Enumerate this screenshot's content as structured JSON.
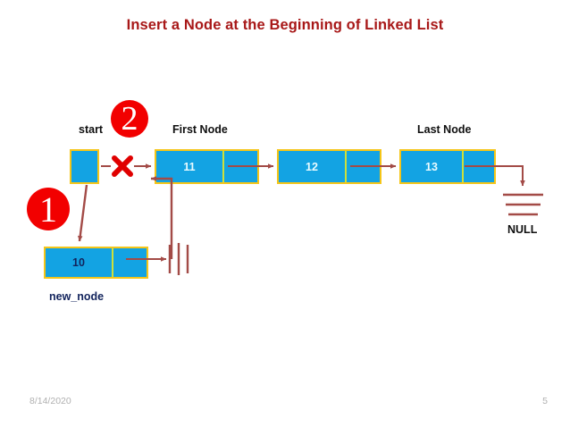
{
  "slide": {
    "title": "Insert a Node at the Beginning of Linked List",
    "title_color": "#a81818",
    "background": "#ffffff"
  },
  "colors": {
    "node_fill": "#13a3e3",
    "node_border": "#f5c518",
    "node_divider": "#cfe03a",
    "arrow": "#a34b47",
    "badge": "#f20000",
    "cross": "#e00000",
    "label": "#101010",
    "navy_label": "#12235c",
    "footer": "#b0b0b0"
  },
  "labels": {
    "start": "start",
    "first_node": "First Node",
    "last_node": "Last Node",
    "new_node": "new_node",
    "null_right": "NULL"
  },
  "badges": [
    {
      "id": "step-1",
      "text": "1"
    },
    {
      "id": "step-2",
      "text": "2"
    }
  ],
  "list_nodes": [
    {
      "id": "node-11",
      "value": "11",
      "value_style": "light"
    },
    {
      "id": "node-12",
      "value": "12",
      "value_style": "light"
    },
    {
      "id": "node-13",
      "value": "13",
      "value_style": "light"
    }
  ],
  "new_node": {
    "id": "node-10",
    "value": "10",
    "value_style": "dark"
  },
  "start_pointer": {
    "id": "start-box",
    "value": ""
  },
  "footer": {
    "date": "8/14/2020",
    "page": "5"
  }
}
